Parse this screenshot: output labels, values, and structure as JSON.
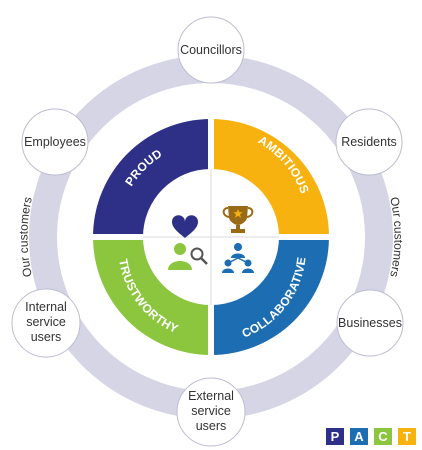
{
  "ring": {
    "left_label": "Our customers",
    "right_label": "Our customers",
    "color": "#d5d5e6"
  },
  "stakeholders": [
    {
      "id": "councillors",
      "lines": [
        "Councillors"
      ]
    },
    {
      "id": "residents",
      "lines": [
        "Residents"
      ]
    },
    {
      "id": "businesses",
      "lines": [
        "Businesses"
      ]
    },
    {
      "id": "external",
      "lines": [
        "External",
        "service",
        "users"
      ]
    },
    {
      "id": "internal",
      "lines": [
        "Internal",
        "service",
        "users"
      ]
    },
    {
      "id": "employees",
      "lines": [
        "Employees"
      ]
    }
  ],
  "values": [
    {
      "id": "proud",
      "label": "PROUD",
      "color": "#2e2f86",
      "icon": "heart-icon"
    },
    {
      "id": "ambitious",
      "label": "AMBITIOUS",
      "color": "#f7b20f",
      "icon": "trophy-icon"
    },
    {
      "id": "collaborative",
      "label": "COLLABORATIVE",
      "color": "#1d6db3",
      "icon": "team-icon"
    },
    {
      "id": "trustworthy",
      "label": "TRUSTWORTHY",
      "color": "#8cc63f",
      "icon": "person-search-icon"
    }
  ],
  "logo": {
    "letters": [
      "P",
      "A",
      "C",
      "T"
    ],
    "colors": [
      "#2e2f86",
      "#1d6db3",
      "#8cc63f",
      "#f7b20f"
    ]
  }
}
